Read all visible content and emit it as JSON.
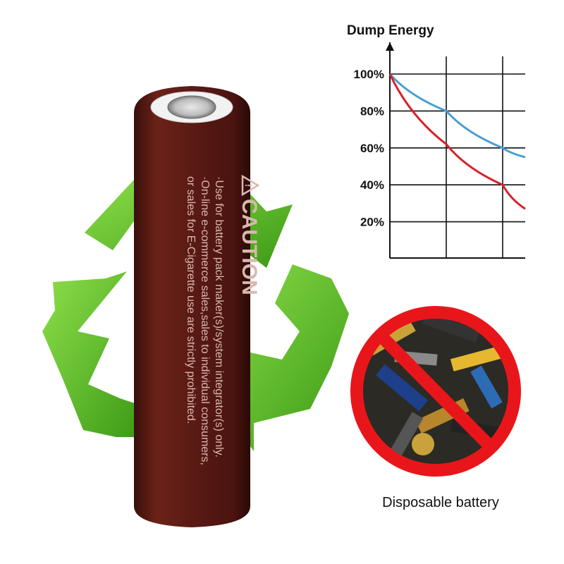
{
  "battery": {
    "caution_label": "CAUTION",
    "warning_line_1": "·Use for battery pack maker(s)/system integrator(s) only.",
    "warning_line_2": "·On-line e-commerce sales,sales to individual consumers,",
    "warning_line_3": "or sales for E-Cigarette use are strictly prohibited.",
    "body_color": "#5a1a14"
  },
  "recycle_symbol": {
    "color": "#62c22a"
  },
  "chart": {
    "title": "Dump Energy",
    "y_tick_labels": [
      "100%",
      "80%",
      "60%",
      "40%",
      "20%"
    ]
  },
  "chart_data": {
    "type": "line",
    "title": "Dump Energy",
    "xlabel": "",
    "ylabel": "",
    "yticks": [
      "100%",
      "80%",
      "60%",
      "40%",
      "20%"
    ],
    "ylim": [
      0,
      110
    ],
    "xlim": [
      0,
      2.4
    ],
    "grid": true,
    "series": [
      {
        "color": "#4a9fd0",
        "x": [
          0,
          1,
          2,
          2.4
        ],
        "y": [
          100,
          80,
          60,
          55
        ]
      },
      {
        "color": "#d8202a",
        "x": [
          0,
          1,
          2,
          2.4
        ],
        "y": [
          100,
          62,
          40,
          27
        ]
      }
    ]
  },
  "disposable": {
    "caption": "Disposable battery",
    "prohibition_color": "#e8161a"
  }
}
